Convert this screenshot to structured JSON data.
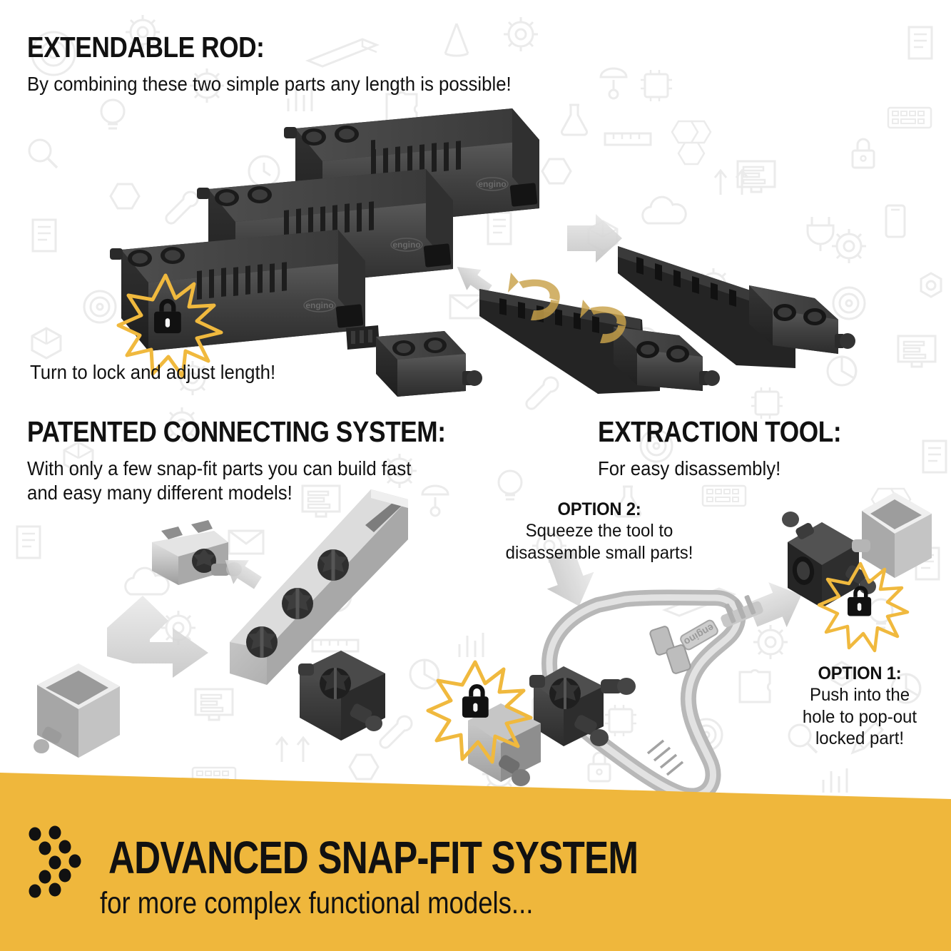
{
  "sections": {
    "rod": {
      "title": "EXTENDABLE ROD:",
      "subtitle": "By combining these two simple parts any length is possible!",
      "caption": "Turn to lock and adjust length!"
    },
    "patented": {
      "title": "PATENTED CONNECTING SYSTEM:",
      "subtitle_line1": "With only a few snap-fit parts you can build fast",
      "subtitle_line2": "and easy many different models!"
    },
    "extraction": {
      "title": "EXTRACTION TOOL:",
      "subtitle": "For easy disassembly!",
      "option2": {
        "heading": "OPTION 2:",
        "line1": "Squeeze the tool to",
        "line2": "disassemble small parts!"
      },
      "option1": {
        "heading": "OPTION 1:",
        "line1": "Push into the",
        "line2": "hole to pop-out",
        "line3": "locked part!"
      }
    }
  },
  "footer": {
    "title": "ADVANCED SNAP-FIT SYSTEM",
    "subtitle": "for more complex functional models..."
  },
  "brand_mark": "engino",
  "icons": {
    "lock_closed": "lock-closed-icon",
    "lock_open": "lock-open-icon",
    "starburst": "starburst-icon",
    "arrow": "arrow-icon",
    "rotation_arrow": "rotation-arrow-icon",
    "logo_dots": "logo-dot-chevron-icon"
  },
  "colors": {
    "accent_yellow": "#EFB73C",
    "starburst_yellow": "#F0B93E",
    "rotation_arrow": "#C9A24A",
    "text_black": "#111111",
    "background": "#FFFFFF",
    "doodle_line": "#E8E8E8",
    "part_dark": "#3A3A3A",
    "part_darker": "#232323",
    "part_silver": "#BFBFBF",
    "part_light": "#E2E2E2"
  }
}
